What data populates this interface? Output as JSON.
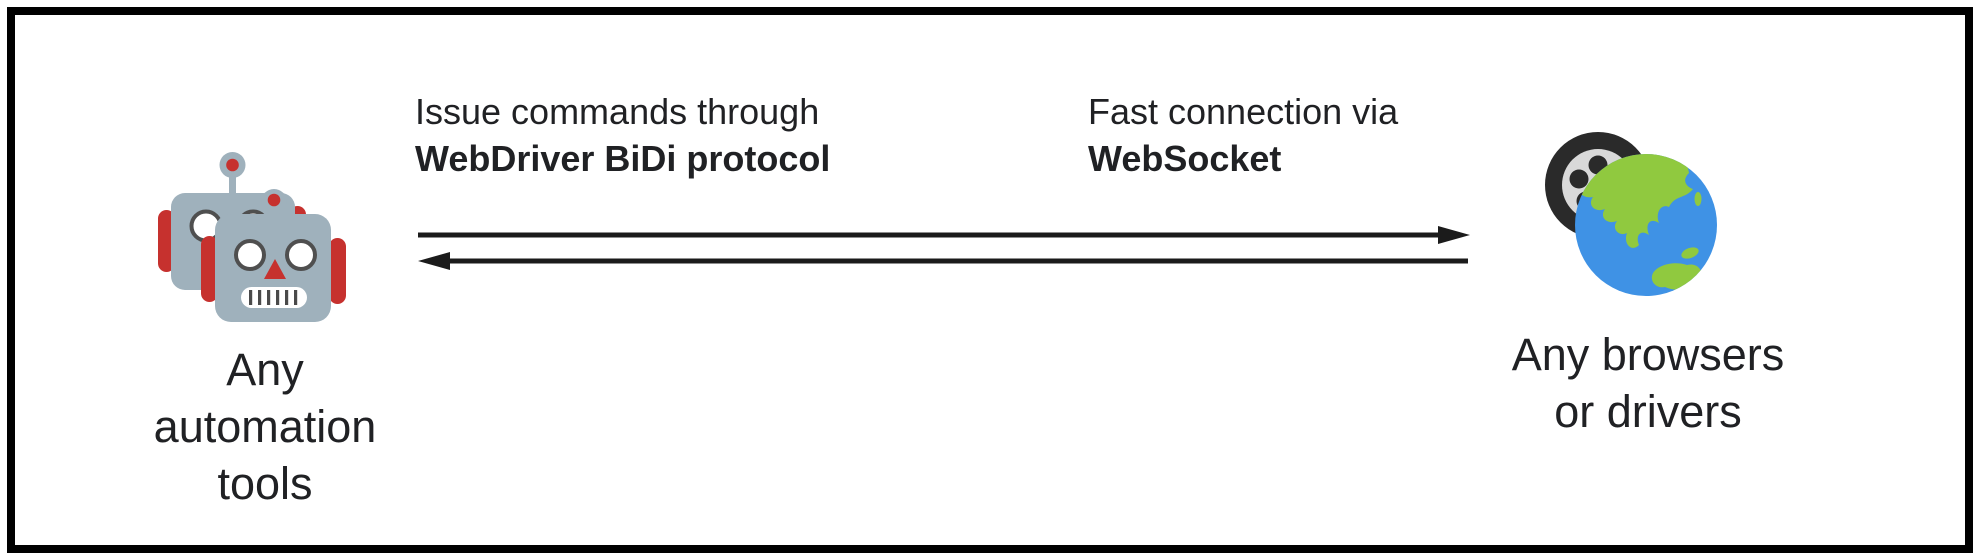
{
  "diagram": {
    "left_node": {
      "icon": "robots-icon",
      "caption_lines": [
        "Any",
        "automation",
        "tools"
      ]
    },
    "right_node": {
      "icon": "globe-wheel-icon",
      "caption_lines": [
        "Any browsers",
        "or drivers"
      ]
    },
    "top_arrow_label": {
      "normal": "Issue commands through",
      "bold": "WebDriver BiDi protocol"
    },
    "bottom_arrow_label": {
      "normal": "Fast connection via",
      "bold": "WebSocket"
    },
    "arrows": {
      "top_direction": "right",
      "bottom_direction": "left"
    }
  },
  "colors": {
    "background": "#ffffff",
    "frame": "#000000",
    "text": "#202124",
    "arrow": "#1b1b1b",
    "robot-gray": "#9FB1BC",
    "robot-red": "#C6312E",
    "eye-stroke": "#4f4f4f",
    "mouth-bar": "#4a4a4a",
    "globe-blue": "#3F92E5",
    "globe-green": "#90C93F",
    "tire-dark": "#2A2A2A",
    "rim-silver": "#D9D9D9",
    "rim-mid": "#8F8F8F"
  }
}
